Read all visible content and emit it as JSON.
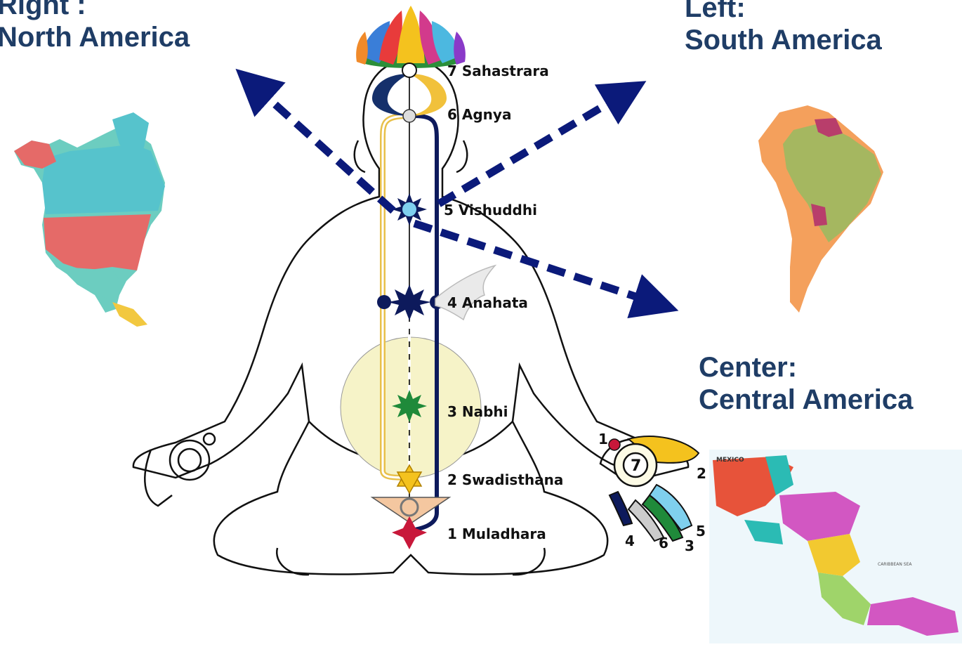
{
  "regions": {
    "right": {
      "heading": "Right :",
      "name": "North America"
    },
    "left": {
      "heading": "Left:",
      "name": "South America"
    },
    "center": {
      "heading": "Center:",
      "name": "Central America"
    }
  },
  "chakras": [
    {
      "label": "7 Sahastrara"
    },
    {
      "label": "6 Agnya"
    },
    {
      "label": "5 Vishuddhi"
    },
    {
      "label": "4 Anahata"
    },
    {
      "label": "3 Nabhi"
    },
    {
      "label": "2 Swadisthana"
    },
    {
      "label": "1 Muladhara"
    }
  ],
  "hand_numbers": [
    "1",
    "2",
    "3",
    "4",
    "5",
    "6",
    "7"
  ],
  "map_labels": {
    "mexico": "MEXICO",
    "caribbean": "CARIBBEAN SEA"
  },
  "colors": {
    "label_text": "#1f3d66",
    "arrow": "#0b1a7a",
    "north_america": [
      "#e56a68",
      "#56c3cc",
      "#6ccdc0",
      "#f2c840"
    ],
    "south_america": [
      "#f4a05c",
      "#a5b760",
      "#b83e6b"
    ],
    "central_america": [
      "#e7533a",
      "#d257c2",
      "#f2c930",
      "#9fd46a",
      "#2bbbb4"
    ]
  }
}
